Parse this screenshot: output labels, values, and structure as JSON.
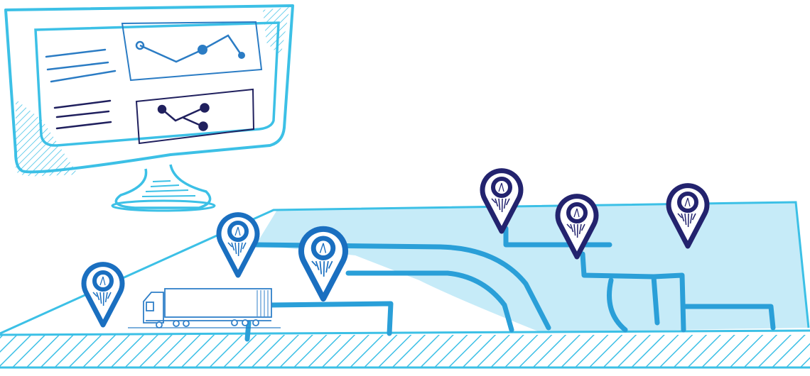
{
  "palette": {
    "sketch_cyan": "#3cc0e6",
    "road_blue": "#2a9fd8",
    "map_fill": "#c6ebf8",
    "pin_blue": "#1a6fc0",
    "pin_navy": "#23236e",
    "chart_blue": "#2b7cc4",
    "chart_navy": "#20205e",
    "truck_blue": "#2f7fc8"
  },
  "pins": [
    {
      "color": "blue"
    },
    {
      "color": "blue"
    },
    {
      "color": "blue"
    },
    {
      "color": "navy"
    },
    {
      "color": "navy"
    },
    {
      "color": "navy"
    }
  ]
}
